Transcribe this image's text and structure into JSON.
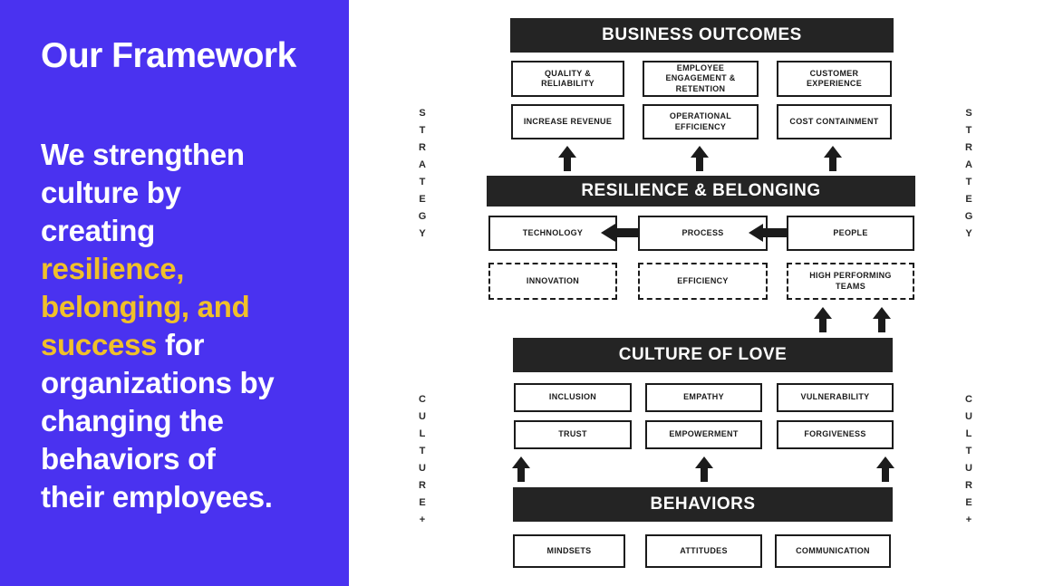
{
  "left_panel": {
    "title": "Our Framework",
    "background_color": "#4A32F0",
    "accent_color": "#F0C02A",
    "text_color": "#FFFFFF",
    "paragraph_lines": [
      [
        {
          "t": "We strengthen",
          "c": "w"
        }
      ],
      [
        {
          "t": "culture by",
          "c": "w"
        }
      ],
      [
        {
          "t": "creating",
          "c": "w"
        }
      ],
      [
        {
          "t": "resilience,",
          "c": "y"
        }
      ],
      [
        {
          "t": "belonging, and",
          "c": "y"
        }
      ],
      [
        {
          "t": "success",
          "c": "y"
        },
        {
          "t": "  for",
          "c": "w"
        }
      ],
      [
        {
          "t": "organizations by",
          "c": "w"
        }
      ],
      [
        {
          "t": "changing the",
          "c": "w"
        }
      ],
      [
        {
          "t": "behaviors of",
          "c": "w"
        }
      ],
      [
        {
          "t": "their employees.",
          "c": "w"
        }
      ]
    ]
  },
  "diagram": {
    "bar_color": "#242424",
    "side_top_label": "STRATEGY",
    "side_bottom_label": "CULTURE+",
    "outcomes": {
      "bar": "BUSINESS OUTCOMES",
      "row1": [
        "QUALITY & RELIABILITY",
        "EMPLOYEE ENGAGEMENT & RETENTION",
        "CUSTOMER EXPERIENCE"
      ],
      "row2": [
        "INCREASE REVENUE",
        "OPERATIONAL EFFICIENCY",
        "COST CONTAINMENT"
      ]
    },
    "resilience": {
      "bar": "RESILIENCE & BELONGING",
      "drivers": [
        "TECHNOLOGY",
        "PROCESS",
        "PEOPLE"
      ],
      "results": [
        "INNOVATION",
        "EFFICIENCY",
        "HIGH PERFORMING TEAMS"
      ]
    },
    "culture": {
      "bar": "CULTURE OF LOVE",
      "row1": [
        "INCLUSION",
        "EMPATHY",
        "VULNERABILITY"
      ],
      "row2": [
        "TRUST",
        "EMPOWERMENT",
        "FORGIVENESS"
      ]
    },
    "behaviors": {
      "bar": "BEHAVIORS",
      "row1": [
        "MINDSETS",
        "ATTITUDES",
        "COMMUNICATION"
      ]
    }
  }
}
